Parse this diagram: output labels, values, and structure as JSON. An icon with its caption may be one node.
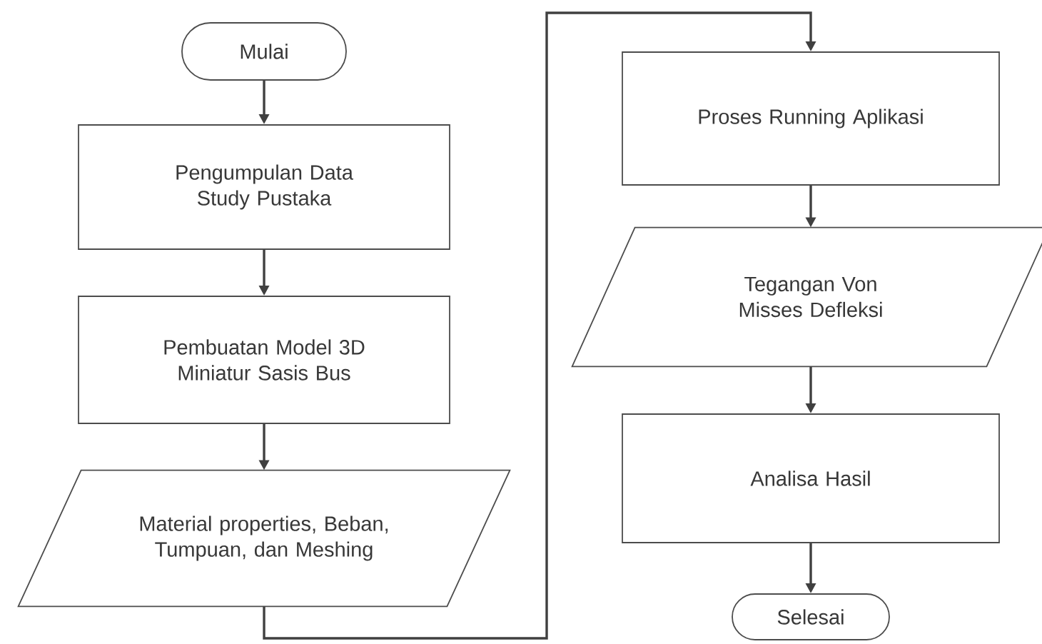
{
  "diagram": {
    "nodes": [
      {
        "text": [
          "Mulai"
        ]
      },
      {
        "text": [
          "Pengumpulan Data Study Pustaka"
        ]
      },
      {
        "text": [
          "Pembuatan Model 3D Miniatur Sasis Bus"
        ]
      },
      {
        "text": [
          "Material properties, Beban, Tumpuan, dan Meshing"
        ]
      },
      {
        "text": [
          "Proses Running Aplikasi"
        ]
      },
      {
        "text": [
          "Tegangan Von Misses Defleksi"
        ]
      },
      {
        "text": [
          "Analisa Hasil"
        ]
      },
      {
        "text": [
          "Selesai"
        ]
      }
    ],
    "edges": [
      {
        "from": 0,
        "to": 1,
        "arrow": "to"
      },
      {
        "from": 1,
        "to": 2,
        "arrow": "to"
      },
      {
        "from": 2,
        "to": 3,
        "arrow": "to"
      },
      {
        "from": 3,
        "to": 4,
        "arrow": "to"
      },
      {
        "from": 4,
        "to": 5,
        "arrow": "to"
      },
      {
        "from": 5,
        "to": 6,
        "arrow": "to"
      },
      {
        "from": 6,
        "to": 7,
        "arrow": "to"
      }
    ]
  }
}
